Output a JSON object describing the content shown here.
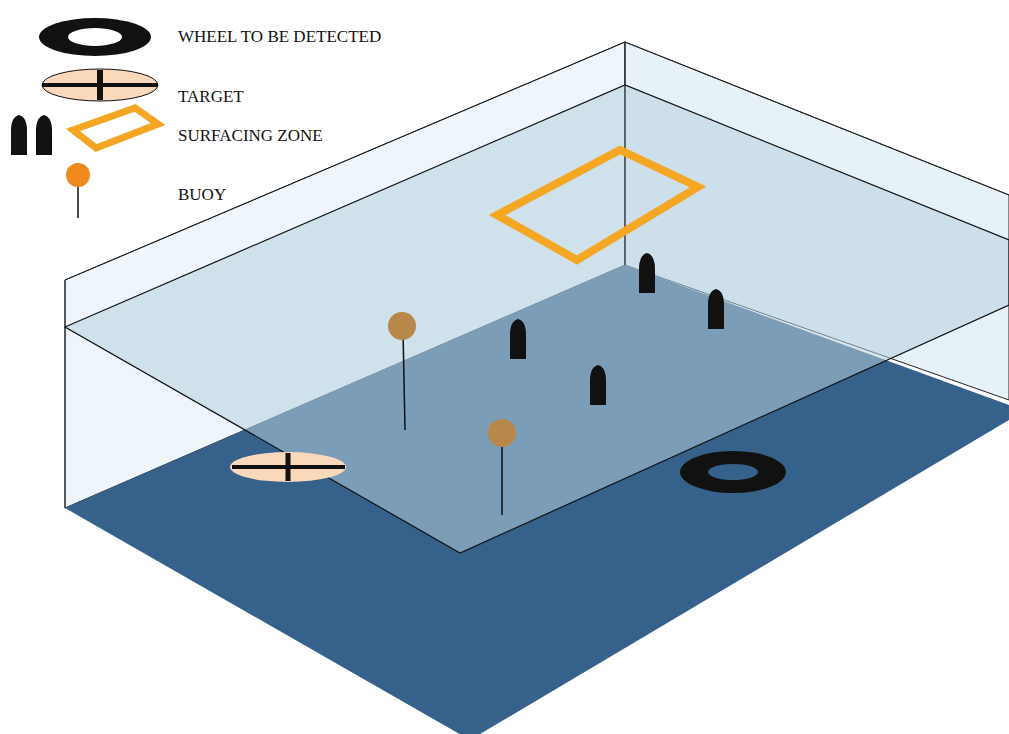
{
  "diagram": {
    "legend": [
      {
        "text": "WHEEL TO BE DETECTED"
      },
      {
        "text": "TARGET"
      },
      {
        "text": "SURFACING ZONE"
      },
      {
        "text": "BUOY"
      }
    ]
  }
}
